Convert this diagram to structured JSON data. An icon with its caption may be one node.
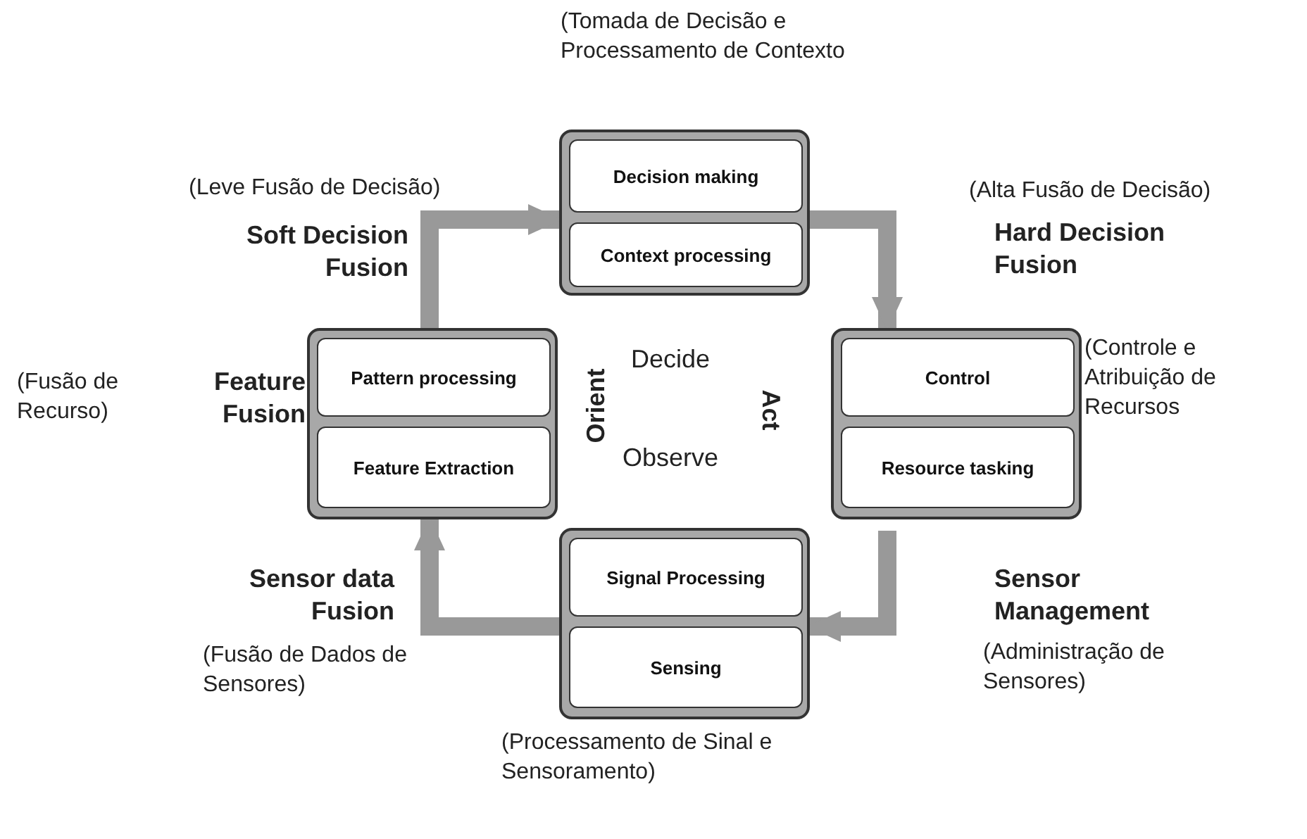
{
  "diagram": {
    "nodes": [
      {
        "text": [],
        "shape": "box",
        "beside": [
          "(Tomada de Decisão e Processamento de Contexto"
        ]
      },
      {
        "text": [
          "Decision making"
        ],
        "in": 0
      },
      {
        "text": [
          "Context processing"
        ],
        "in": 0
      },
      {
        "text": [],
        "shape": "box",
        "beside": [
          "Feature Fusion"
        ]
      },
      {
        "text": [
          "Pattern processing"
        ],
        "in": 3
      },
      {
        "text": [
          "Feature Extraction"
        ],
        "in": 3
      },
      {
        "text": [],
        "shape": "box",
        "beside": [
          "(Controle e Atribuição de Recursos"
        ]
      },
      {
        "text": [
          "Control"
        ],
        "in": 6
      },
      {
        "text": [
          "Resource tasking"
        ],
        "in": 6
      },
      {
        "text": [],
        "shape": "box",
        "beside": [
          "(Processamento de Sinal e Sensoramento)"
        ]
      },
      {
        "text": [
          "Signal Processing"
        ],
        "in": 9
      },
      {
        "text": [
          "Sensing"
        ],
        "in": 9
      }
    ],
    "edges": [
      {
        "from": 3,
        "to": 0,
        "arrow": "to",
        "label": "Soft Decision Fusion"
      },
      {
        "from": 0,
        "to": 6,
        "arrow": "to",
        "label": "Hard Decision Fusion"
      },
      {
        "from": 6,
        "to": 9,
        "arrow": "to",
        "label": "Sensor Management"
      },
      {
        "from": 9,
        "to": 3,
        "arrow": "to",
        "label": "Sensor data Fusion"
      }
    ],
    "labels": [
      "(Leve Fusão de Decisão)",
      "(Alta Fusão de Decisão)",
      "Decide",
      "(Fusão de Recurso)",
      "Orient",
      "Act",
      "Observe",
      "(Fusão de Dados de Sensores)",
      "(Administração de Sensores)"
    ]
  }
}
